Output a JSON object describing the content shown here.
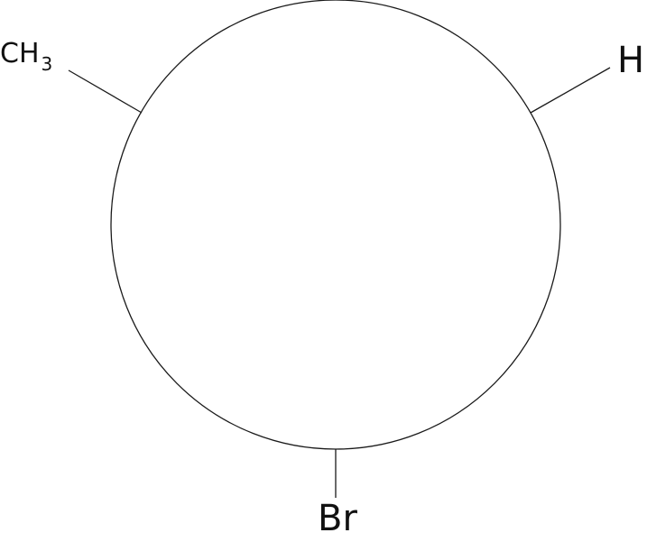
{
  "diagram": {
    "substituents": {
      "top_left": {
        "main": "CH",
        "subscript": "3"
      },
      "top_right": {
        "text": "H"
      },
      "bottom": {
        "text": "Br"
      }
    }
  }
}
